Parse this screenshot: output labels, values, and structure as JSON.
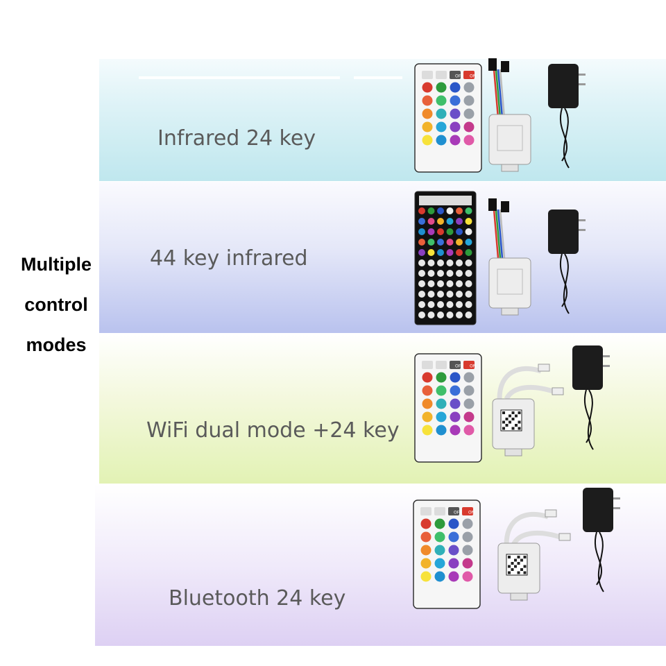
{
  "side_title": {
    "line1": "Multiple",
    "line2": "control",
    "line3": "modes"
  },
  "modes": [
    {
      "label": "Infrared 24 key"
    },
    {
      "label": "44 key infrared"
    },
    {
      "label": "WiFi dual mode +24 key"
    },
    {
      "label": "Bluetooth 24 key"
    }
  ],
  "remote_keys": {
    "off": "OFF",
    "on": "ON"
  },
  "colors": {
    "accent_red": "#d83a2e",
    "label_text": "#5a5a5a",
    "adapter": "#1c1c1c"
  },
  "icons": [
    "remote-control-icon",
    "controller-box-icon",
    "power-adapter-icon",
    "qr-code-icon"
  ]
}
